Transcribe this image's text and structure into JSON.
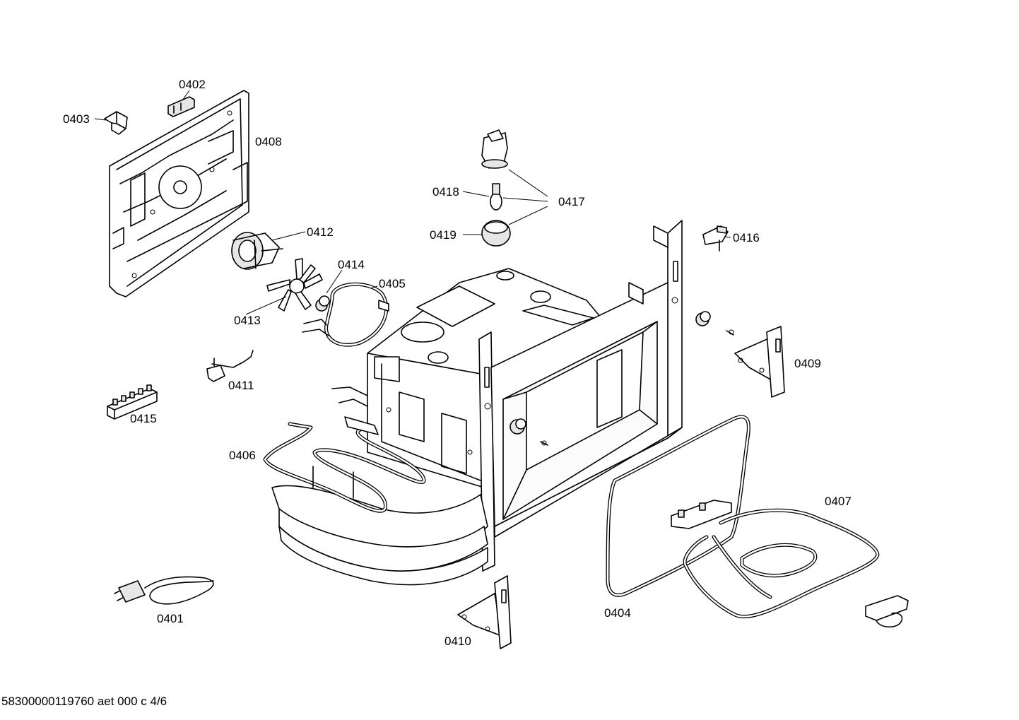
{
  "labels": {
    "p0401": "0401",
    "p0402": "0402",
    "p0403": "0403",
    "p0404": "0404",
    "p0405": "0405",
    "p0406": "0406",
    "p0407": "0407",
    "p0408": "0408",
    "p0409": "0409",
    "p0410": "0410",
    "p0411": "0411",
    "p0412": "0412",
    "p0413": "0413",
    "p0414": "0414",
    "p0415": "0415",
    "p0416": "0416",
    "p0417": "0417",
    "p0418": "0418",
    "p0419": "0419"
  },
  "footer": {
    "document_code": "58300000119760 aet 000 c 4/6"
  }
}
